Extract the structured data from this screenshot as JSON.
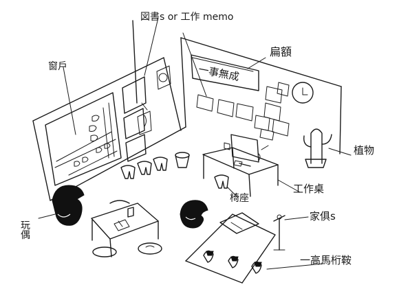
{
  "labels": {
    "books_memo": "図書s or 工作 memo",
    "plaque": "扁額",
    "window": "窗戶",
    "plant": "植物",
    "desk": "工作桌",
    "chair": "椅座",
    "furniture": "家俱s",
    "play": "玩偶",
    "pillows": "一高馬桁鞍"
  },
  "plaque_text": "一事無成"
}
